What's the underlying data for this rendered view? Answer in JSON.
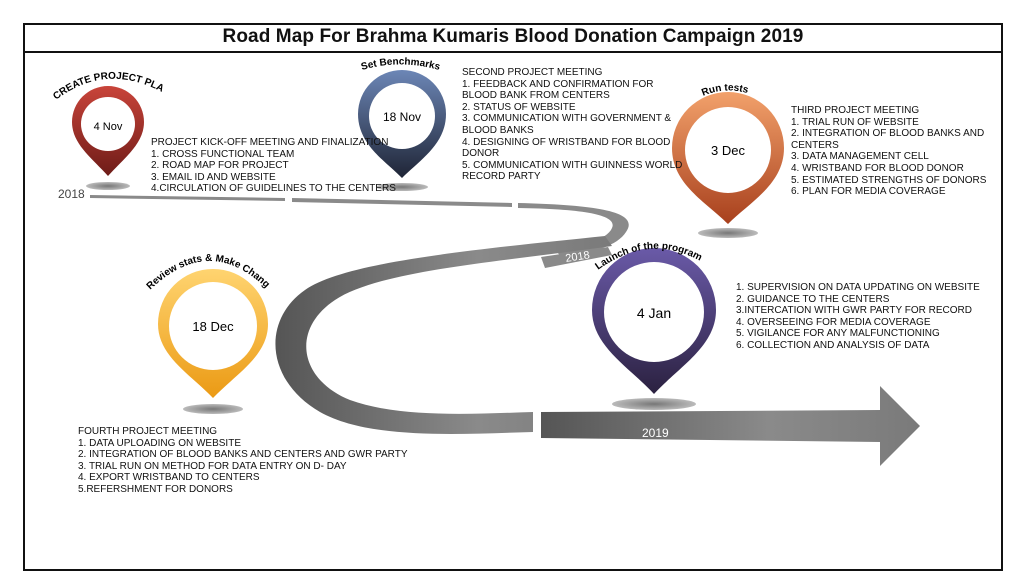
{
  "title": "Road Map For Brahma Kumaris Blood Donation Campaign 2019",
  "colors": {
    "create": "#9b2b25",
    "benchmarks": "#3b4a6b",
    "run_tests": "#d06a33",
    "review": "#f3b233",
    "launch": "#4c3f82",
    "road": "#8c8c8c"
  },
  "milestones": {
    "create": {
      "heading": "CREATE PROJECT PLAN",
      "date": "4 Nov"
    },
    "benchmarks": {
      "heading": "Set Benchmarks",
      "date": "18 Nov"
    },
    "run_tests": {
      "heading": "Run tests",
      "date": "3 Dec"
    },
    "review": {
      "heading": "Review stats & Make Changes",
      "date": "18 Dec"
    },
    "launch": {
      "heading": "Launch of the program",
      "date": "4 Jan"
    }
  },
  "year_labels": {
    "start": "2018",
    "middle": "2018",
    "end": "2019"
  },
  "blocks": {
    "kickoff": {
      "lines": [
        "PROJECT KICK-OFF MEETING AND FINALIZATION",
        "1.  CROSS FUNCTIONAL TEAM",
        "2.  ROAD MAP FOR PROJECT",
        "3.   EMAIL ID AND WEBSITE",
        "4.CIRCULATION OF GUIDELINES TO THE CENTERS"
      ]
    },
    "second": {
      "lines": [
        "SECOND PROJECT MEETING",
        "1. FEEDBACK AND CONFIRMATION FOR",
        "BLOOD BANK FROM CENTERS",
        "2. STATUS OF WEBSITE",
        "3. COMMUNICATION WITH GOVERNMENT &",
        "BLOOD BANKS",
        "4. DESIGNING OF WRISTBAND FOR BLOOD",
        "DONOR",
        "5. COMMUNICATION WITH GUINNESS WORLD",
        "RECORD PARTY"
      ]
    },
    "third": {
      "lines": [
        "THIRD PROJECT MEETING",
        "1. TRIAL RUN OF WEBSITE",
        "2. INTEGRATION OF BLOOD BANKS AND",
        "CENTERS",
        "3. DATA MANAGEMENT CELL",
        "4. WRISTBAND FOR BLOOD DONOR",
        "5. ESTIMATED STRENGTHS OF DONORS",
        "6. PLAN FOR MEDIA COVERAGE"
      ]
    },
    "launch": {
      "lines": [
        "1. SUPERVISION ON DATA UPDATING ON WEBSITE",
        "2. GUIDANCE TO THE CENTERS",
        "3.INTERCATION WITH GWR PARTY FOR RECORD",
        "4. OVERSEEING FOR MEDIA COVERAGE",
        "5. VIGILANCE FOR ANY MALFUNCTIONING",
        "6. COLLECTION AND ANALYSIS OF DATA"
      ]
    },
    "fourth": {
      "lines": [
        "FOURTH PROJECT MEETING",
        "1. DATA UPLOADING ON WEBSITE",
        "2. INTEGRATION OF BLOOD BANKS AND CENTERS AND GWR PARTY",
        "3. TRIAL RUN ON METHOD FOR DATA ENTRY ON D- DAY",
        "4. EXPORT WRISTBAND TO CENTERS",
        "5.REFERSHMENT FOR DONORS"
      ]
    }
  }
}
